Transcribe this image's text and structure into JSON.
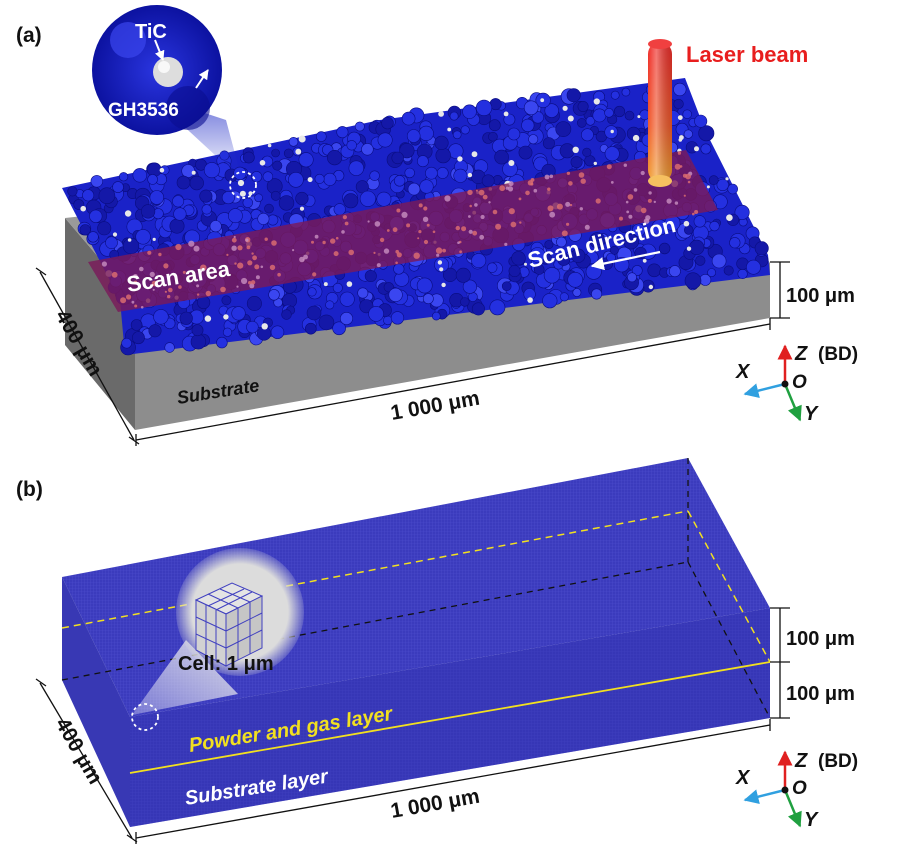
{
  "panel_a": {
    "label": "(a)",
    "inset_top": "TiC",
    "inset_bottom": "GH3536",
    "laser_label": "Laser beam",
    "scan_area_label": "Scan area",
    "scan_direction_label": "Scan direction",
    "substrate_label": "Substrate",
    "depth_label": "400 μm",
    "length_label": "1 000 μm",
    "height_label": "100 μm",
    "axes": {
      "z": "Z",
      "bd": "(BD)",
      "x": "X",
      "y": "Y",
      "o": "O"
    }
  },
  "panel_b": {
    "label": "(b)",
    "cell_label": "Cell: 1 μm",
    "powder_label": "Powder and gas layer",
    "substrate_label": "Substrate layer",
    "depth_label": "400 μm",
    "length_label": "1 000 μm",
    "height_top_label": "100 μm",
    "height_bottom_label": "100 μm",
    "axes": {
      "z": "Z",
      "bd": "(BD)",
      "x": "X",
      "y": "Y",
      "o": "O"
    }
  },
  "colors": {
    "powder": "#1a22c8",
    "substrate_grey": "#8a8a8a",
    "scan_area": "#7a1a5a",
    "laser": "#e83030",
    "mesh_blue": "#3c3cc0",
    "yellow": "#f2e020",
    "z_axis": "#e02020",
    "x_axis": "#30a0e0",
    "y_axis": "#20a040"
  }
}
